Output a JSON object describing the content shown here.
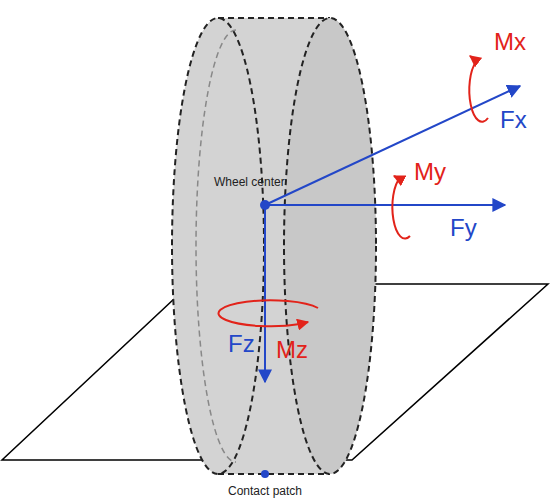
{
  "diagram": {
    "labels": [
      "Wheel center",
      "Contact patch",
      "Fx",
      "Fy",
      "Fz",
      "Mx",
      "My",
      "Mz"
    ]
  }
}
